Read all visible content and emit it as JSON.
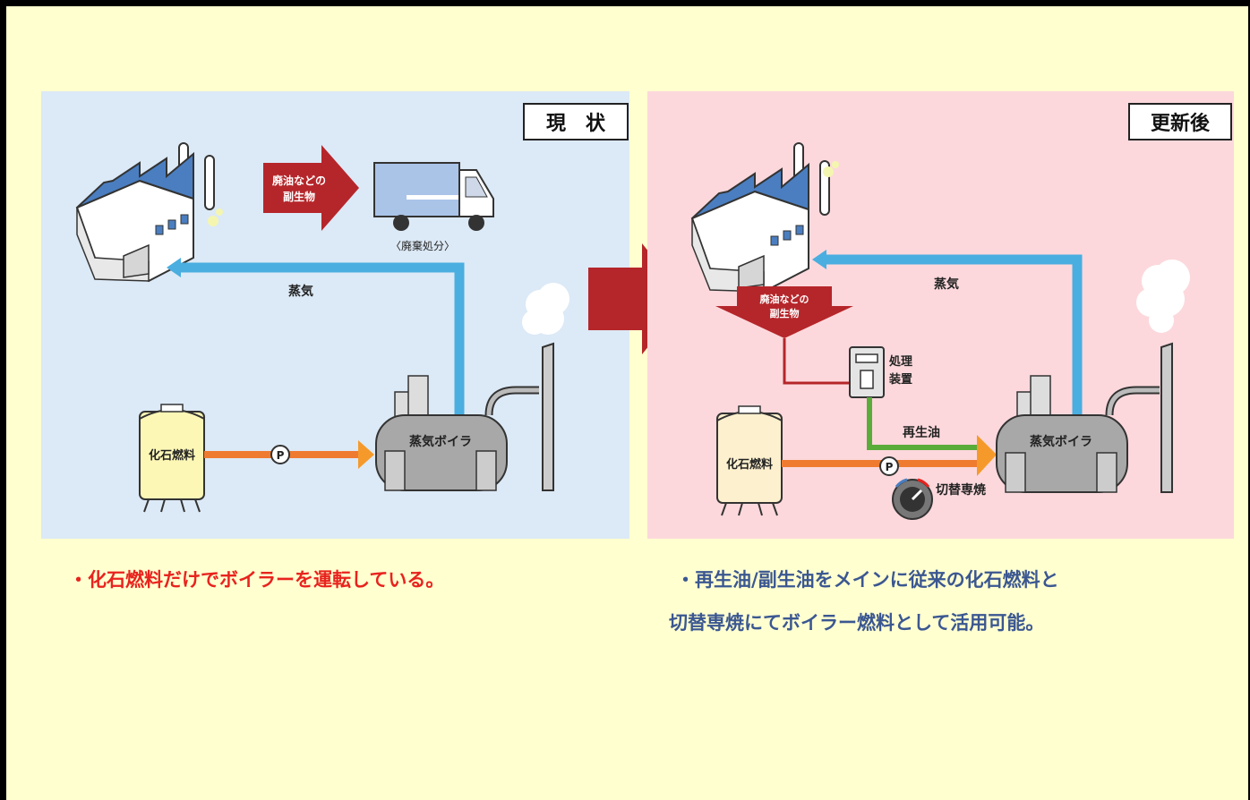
{
  "panels": {
    "current": {
      "title": "現　状",
      "factory_label": "工場",
      "byproduct_line1": "廃油などの",
      "byproduct_line2": "副生物",
      "disposal_label": "〈廃棄処分〉",
      "steam_label": "蒸気",
      "fuel_tank_label": "化石燃料",
      "pump_label": "P",
      "boiler_label": "蒸気ボイラ"
    },
    "updated": {
      "title": "更新後",
      "factory_label": "工場",
      "byproduct_line1": "廃油などの",
      "byproduct_line2": "副生物",
      "treatment_line1": "処理",
      "treatment_line2": "装置",
      "steam_label": "蒸気",
      "recycled_oil_label": "再生油",
      "fuel_tank_label": "化石燃料",
      "pump_label": "P",
      "switch_label": "切替専焼",
      "boiler_label": "蒸気ボイラ"
    }
  },
  "captions": {
    "current": "・化石燃料だけでボイラーを運転している。",
    "updated_line1": "・再生油/副生油をメインに従来の化石燃料と",
    "updated_line2": "切替専焼にてボイラー燃料として活用可能。"
  },
  "colors": {
    "background": "#ffffd0",
    "panel_current": "#dce9f6",
    "panel_updated": "#fcd8dc",
    "arrow_red": "#b5262a",
    "steam_blue": "#4aaee0",
    "fuel_orange": "#ef7b31",
    "recycled_green": "#5aac3a",
    "caption_red": "#e8231e",
    "caption_blue": "#3b5791"
  }
}
